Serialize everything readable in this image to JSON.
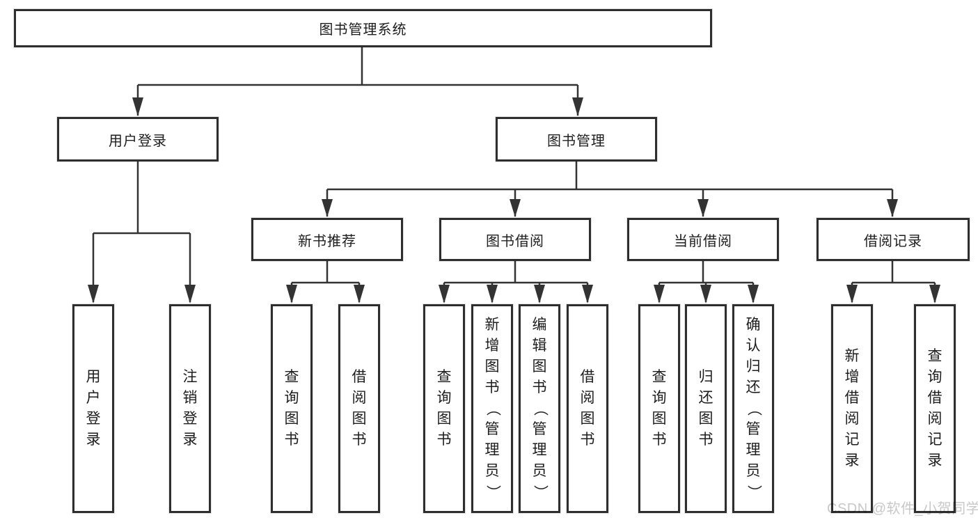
{
  "tree": {
    "root": {
      "label": "图书管理系统"
    },
    "branches": {
      "user_login": {
        "label": "用户登录",
        "children": [
          {
            "label": "用户登录"
          },
          {
            "label": "注销登录"
          }
        ]
      },
      "book_mgmt": {
        "label": "图书管理",
        "groups": [
          {
            "label": "新书推荐",
            "children": [
              {
                "label": "查询图书"
              },
              {
                "label": "借阅图书"
              }
            ]
          },
          {
            "label": "图书借阅",
            "children": [
              {
                "label": "查询图书"
              },
              {
                "label": "新增图书（管理员）"
              },
              {
                "label": "编辑图书（管理员）"
              },
              {
                "label": "借阅图书"
              }
            ]
          },
          {
            "label": "当前借阅",
            "children": [
              {
                "label": "查询图书"
              },
              {
                "label": "归还图书"
              },
              {
                "label": "确认归还（管理员）"
              }
            ]
          },
          {
            "label": "借阅记录",
            "children": [
              {
                "label": "新增借阅记录"
              },
              {
                "label": "查询借阅记录"
              }
            ]
          }
        ]
      }
    }
  },
  "watermark": {
    "text": "CSDN @软件_小贺同学"
  },
  "colors": {
    "line": "#333333",
    "box_border": "#2e2e2e",
    "box_fill": "#ffffff",
    "text": "#1d1d1d",
    "watermark": "#c8c8c8",
    "background": "#ffffff"
  }
}
